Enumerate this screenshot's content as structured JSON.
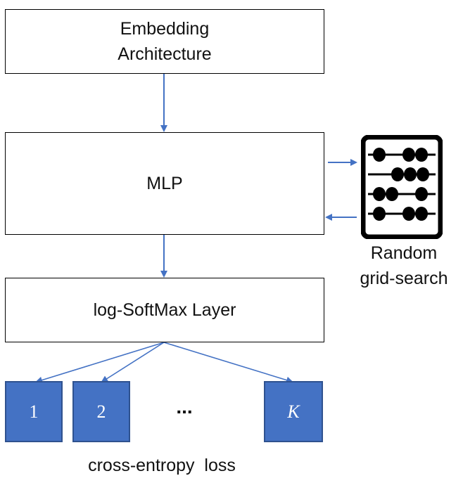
{
  "embedding": {
    "line1": "Embedding",
    "line2": "Architecture"
  },
  "mlp": {
    "label": "MLP"
  },
  "softmax": {
    "label": "log-SoftMax Layer"
  },
  "outputs": [
    {
      "label": "1"
    },
    {
      "label": "2"
    },
    {
      "label": "K"
    }
  ],
  "ellipsis": "...",
  "loss_label": "cross-entropy  loss",
  "search": {
    "line1": "Random",
    "line2": "grid-search",
    "icon": "abacus-icon"
  },
  "colors": {
    "arrow": "#4472c4",
    "output_fill": "#4472c4",
    "output_border": "#2f528f"
  }
}
